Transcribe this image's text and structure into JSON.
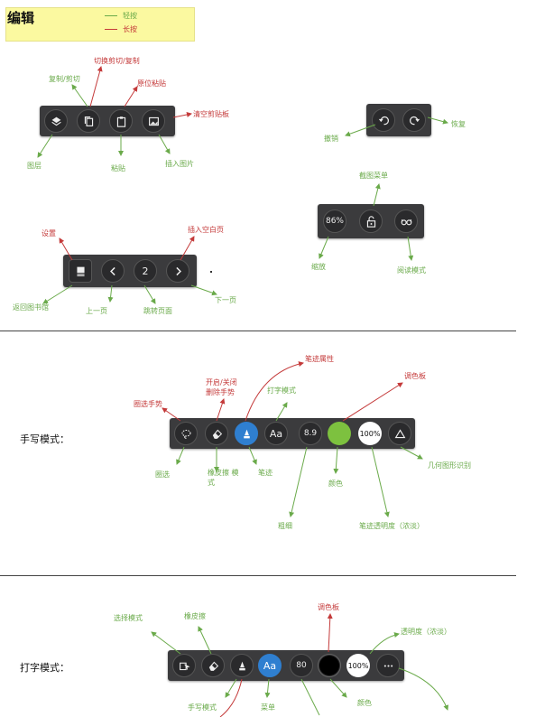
{
  "legend": {
    "title": "编辑",
    "tap": "轻按",
    "long_press": "长按",
    "tap_color": "#6aaa4a",
    "long_color": "#c43a3a"
  },
  "edit_toolbar": {
    "labels": {
      "copy_cut": "复制/剪切",
      "toggle_cut_copy": "切换剪切/复制",
      "paste_in_place": "原位粘贴",
      "clear_clipboard": "清空剪贴板",
      "layers": "图层",
      "paste": "粘贴",
      "insert_image": "插入图片"
    }
  },
  "undo_toolbar": {
    "labels": {
      "undo": "撤销",
      "redo": "恢复"
    }
  },
  "view_toolbar": {
    "zoom_value": "86%",
    "labels": {
      "crop_menu": "截图菜单",
      "zoom": "缩放",
      "reading_mode": "阅读模式"
    }
  },
  "page_toolbar": {
    "page_number": "2",
    "labels": {
      "settings": "设置",
      "insert_blank": "插入空白页",
      "back_library": "返回图书馆",
      "prev_page": "上一页",
      "jump_page": "跳转页面",
      "next_page": "下一页"
    }
  },
  "handwriting": {
    "mode_label": "手写模式：",
    "font_button": "Aa",
    "thickness_value": "8.9",
    "opacity_value": "100%",
    "pen_color": "#7dc13f",
    "labels": {
      "lasso_gesture": "圈选手势",
      "toggle_erase_gesture": "开启/关闭 删除手势",
      "stroke_props": "笔迹属性",
      "typing_mode": "打字模式",
      "palette": "调色板",
      "lasso": "圈选",
      "eraser": "橡皮擦 模式",
      "pen": "笔迹",
      "color": "颜色",
      "shape_recog": "几何图形识别",
      "thickness": "粗细",
      "stroke_opacity": "笔迹透明度（浓淡）"
    }
  },
  "typing": {
    "mode_label": "打字模式：",
    "font_button": "Aa",
    "size_value": "80",
    "opacity_value": "100%",
    "text_color": "#000000",
    "labels": {
      "select_mode": "选择模式",
      "eraser": "橡皮擦",
      "palette": "调色板",
      "opacity": "透明度（浓淡）",
      "handwrite_mode": "手写模式",
      "menu": "菜单",
      "color": "颜色"
    }
  }
}
